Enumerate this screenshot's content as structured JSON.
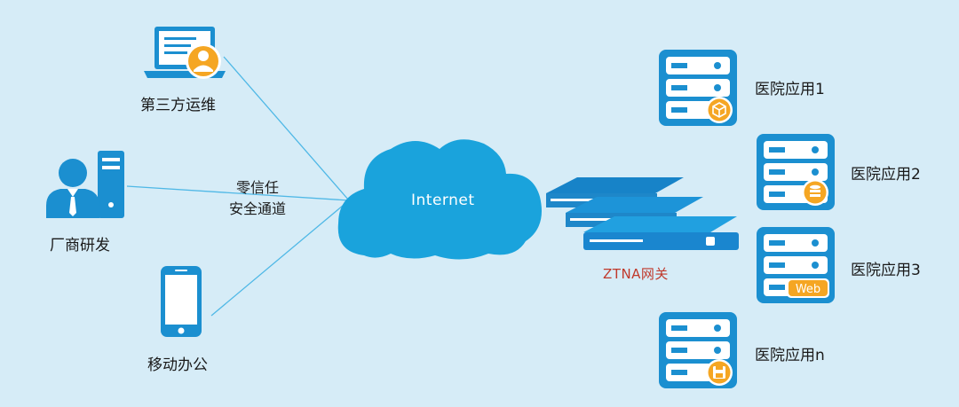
{
  "clients": [
    {
      "label": "第三方运维",
      "icon": "laptop-user-icon"
    },
    {
      "label": "厂商研发",
      "icon": "developer-workstation-icon"
    },
    {
      "label": "移动办公",
      "icon": "smartphone-icon"
    }
  ],
  "tunnel": {
    "line1": "零信任",
    "line2": "安全通道"
  },
  "cloud": {
    "label": "Internet"
  },
  "gateway": {
    "label": "ZTNA网关"
  },
  "apps": [
    {
      "label": "医院应用1",
      "badge": "cube-icon"
    },
    {
      "label": "医院应用2",
      "badge": "database-icon"
    },
    {
      "label": "医院应用3",
      "badge": "Web"
    },
    {
      "label": "医院应用n",
      "badge": "save-icon"
    }
  ],
  "colors": {
    "background": "#d6ecf7",
    "server": "#1b8fd0",
    "cloud": "#1aa3dc",
    "gateway": "#1e87c9",
    "badge": "#f5a623",
    "gateway_label": "#c0392b"
  }
}
